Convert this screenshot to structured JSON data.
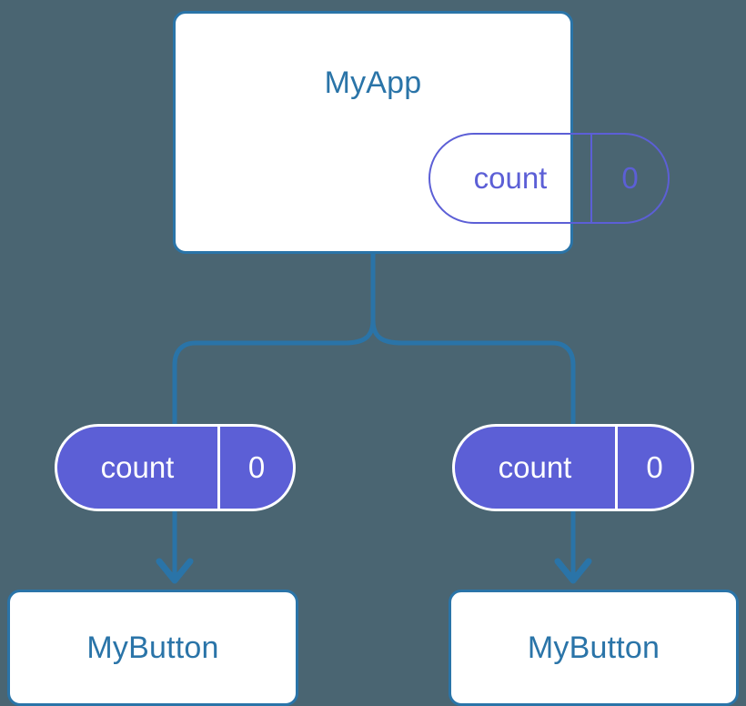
{
  "diagram": {
    "title_text": "MyApp",
    "background_color": "#4a6572",
    "line_color": "#2a74a8",
    "card_fill": "#ffffff",
    "pill_color": "#5c5fd6",
    "pill_text_on_fill": "#ffffff",
    "root": {
      "name": "MyApp",
      "state": {
        "key": "count",
        "value": "0"
      }
    },
    "branches": [
      {
        "state": {
          "key": "count",
          "value": "0"
        },
        "child": {
          "name": "MyButton"
        }
      },
      {
        "state": {
          "key": "count",
          "value": "0"
        },
        "child": {
          "name": "MyButton"
        }
      }
    ]
  }
}
